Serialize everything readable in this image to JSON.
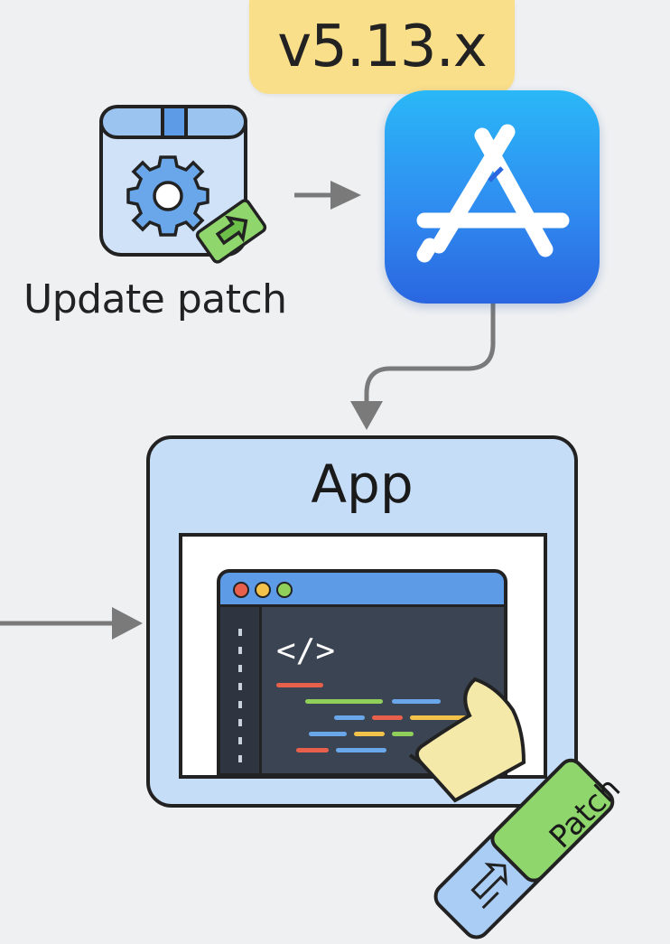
{
  "version_badge": {
    "label": "v5.13.x"
  },
  "update_patch": {
    "label": "Update patch",
    "icon": "package-gear-icon"
  },
  "app_store": {
    "icon": "app-store-icon"
  },
  "app_box": {
    "title": "App",
    "code_tag": "</>"
  },
  "patch": {
    "label": "Patch",
    "icon": "patch-bandage-icon"
  },
  "colors": {
    "background": "#eef0f2",
    "badge": "#fadf8a",
    "app_store_top": "#2ab8f7",
    "app_store_bottom": "#2a66e0",
    "app_box": "#c6ddf8",
    "code_bg": "#3b4452",
    "patch_green": "#8fd66d",
    "patch_blue": "#a9cdf5",
    "hand_yellow": "#f4e9a8",
    "arrow": "#7a7a7a"
  }
}
